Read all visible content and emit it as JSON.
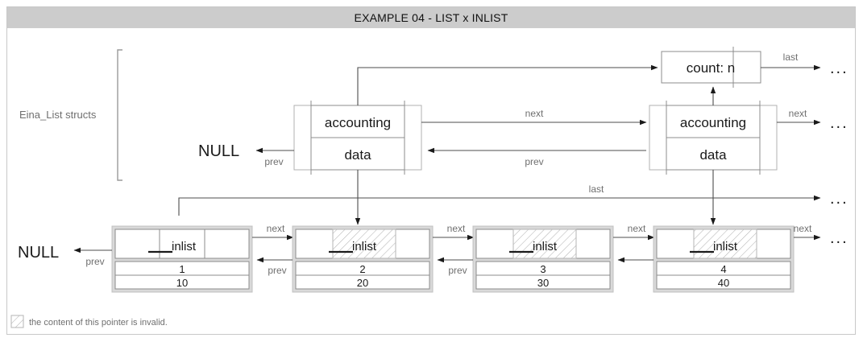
{
  "window": {
    "title": "EXAMPLE 04 - LIST x INLIST"
  },
  "annotations": {
    "struct_group_label": "Eina_List structs",
    "null_top": "NULL",
    "null_bottom": "NULL",
    "ellipsis": "...",
    "legend_text": "the content of this pointer is invalid."
  },
  "colors": {
    "titlebar_bg": "#cccccc",
    "frame_border": "#c8c8c8",
    "node_outer": "#d9d9d9",
    "box_stroke": "#8c8c8c",
    "wire": "#4d4d4d",
    "label_gray": "#6f6f6f",
    "text": "#1a1a1a"
  },
  "accounting_box": {
    "title": "count: n",
    "last_label": "last"
  },
  "list_structs": [
    {
      "id": "list-struct-1",
      "accounting_label": "accounting",
      "data_label": "data",
      "next_label": "next",
      "prev_label": "prev"
    },
    {
      "id": "list-struct-2",
      "accounting_label": "accounting",
      "data_label": "data",
      "next_label": "next",
      "prev_label": "prev"
    }
  ],
  "last_wire_label": "last",
  "inlist_nodes": [
    {
      "id": "inlist-node-1",
      "label": "inlist",
      "value_a": "1",
      "value_b": "10",
      "invalid": false,
      "next_label": "next",
      "prev_label": "prev"
    },
    {
      "id": "inlist-node-2",
      "label": "inlist",
      "value_a": "2",
      "value_b": "20",
      "invalid": true,
      "next_label": "next",
      "prev_label": "prev"
    },
    {
      "id": "inlist-node-3",
      "label": "inlist",
      "value_a": "3",
      "value_b": "30",
      "invalid": true,
      "next_label": "next",
      "prev_label": "prev"
    },
    {
      "id": "inlist-node-4",
      "label": "inlist",
      "value_a": "4",
      "value_b": "40",
      "invalid": true,
      "next_label": "next",
      "prev_label": ""
    }
  ]
}
